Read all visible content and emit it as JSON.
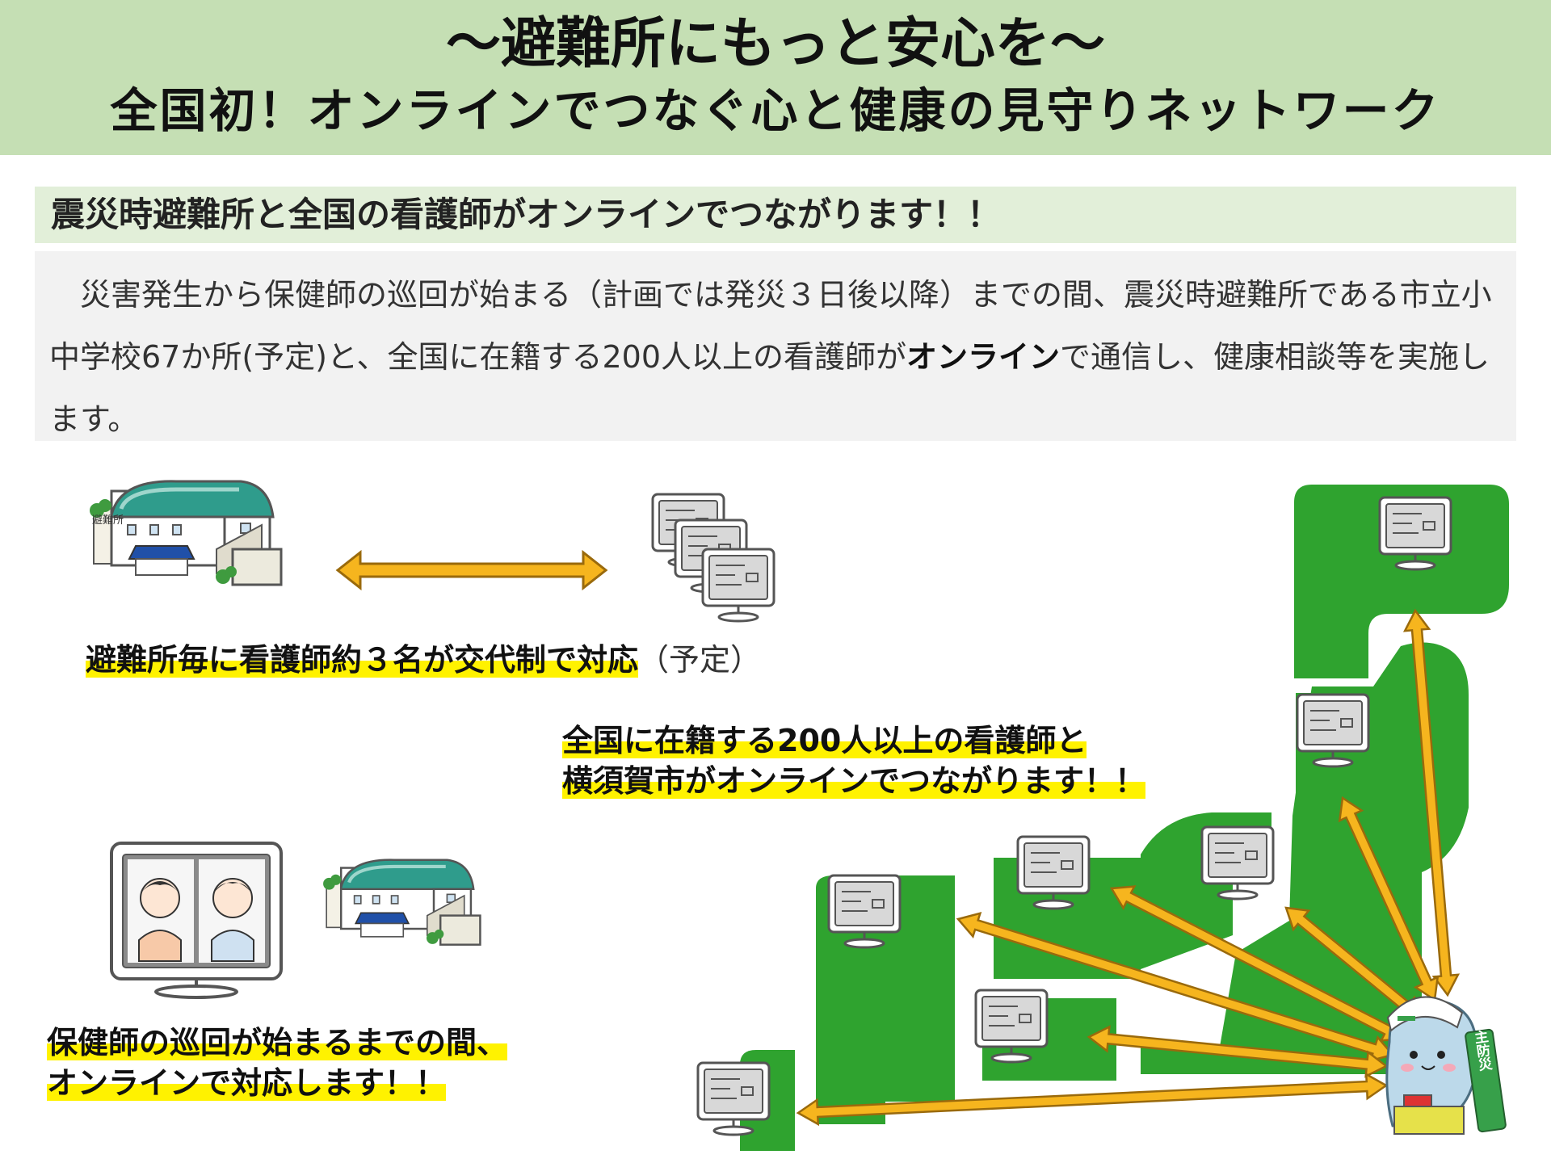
{
  "header": {
    "title": "～避難所にもっと安心を～",
    "subtitle": "全国初！オンラインでつなぐ心と健康の見守りネットワーク"
  },
  "section": {
    "heading": "震災時避難所と全国の看護師がオンラインでつながります！！",
    "body_pre": "　災害発生から保健師の巡回が始まる（計画では発災３日後以降）までの間、震災時避難所である市立小中学校67か所(予定)と、全国に在籍する200人以上の看護師が",
    "body_bold": "オンライン",
    "body_post": "で通信し、健康相談等を実施します。"
  },
  "captions": {
    "shift_main": "避難所毎に看護師約３名が交代制で対応",
    "shift_note": "（予定）",
    "network_line1": "全国に在籍する200人以上の看護師と",
    "network_line2": "横須賀市がオンラインでつながります！！",
    "online_line1": "保健師の巡回が始まるまでの間、",
    "online_line2": "オンラインで対応します！！"
  },
  "illustration_text": {
    "shelter_sign": "避難所",
    "mascot_banner": "自主防災"
  },
  "colors": {
    "header_bg": "#c5dfb4",
    "subhead_bg": "#e2efd9",
    "body_bg": "#f2f2f2",
    "highlight": "#fff200",
    "map_green": "#2fa32f",
    "arrow_fill": "#f6b51e",
    "arrow_stroke": "#9a6a0c",
    "roof_teal": "#2f9c8c",
    "mascot_blue": "#bcd9ea"
  },
  "icons": [
    "shelter-building-icon",
    "computer-monitor-icon",
    "double-arrow-icon",
    "video-call-icon",
    "japan-map-icon",
    "mascot-icon"
  ]
}
